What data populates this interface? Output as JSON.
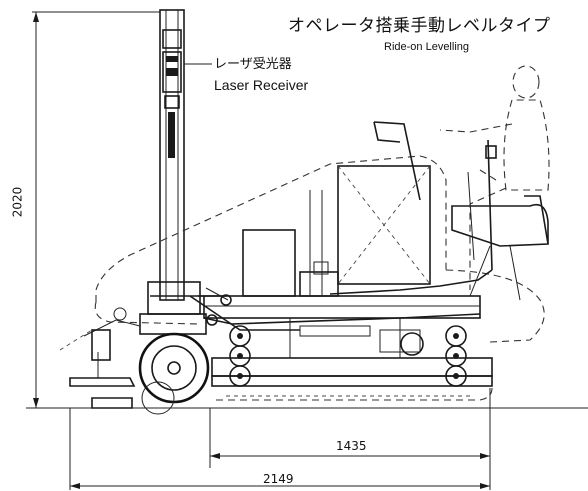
{
  "title": {
    "japanese": "オペレータ搭乗手動レベルタイプ",
    "english": "Ride-on Levelling"
  },
  "receiver": {
    "japanese": "レーザ受光器",
    "english": "Laser Receiver"
  },
  "dimensions": {
    "height": "2020",
    "wheelbase": "1435",
    "overall_length": "2149"
  },
  "colors": {
    "ink": "#1a1a1a",
    "paper": "#ffffff"
  }
}
